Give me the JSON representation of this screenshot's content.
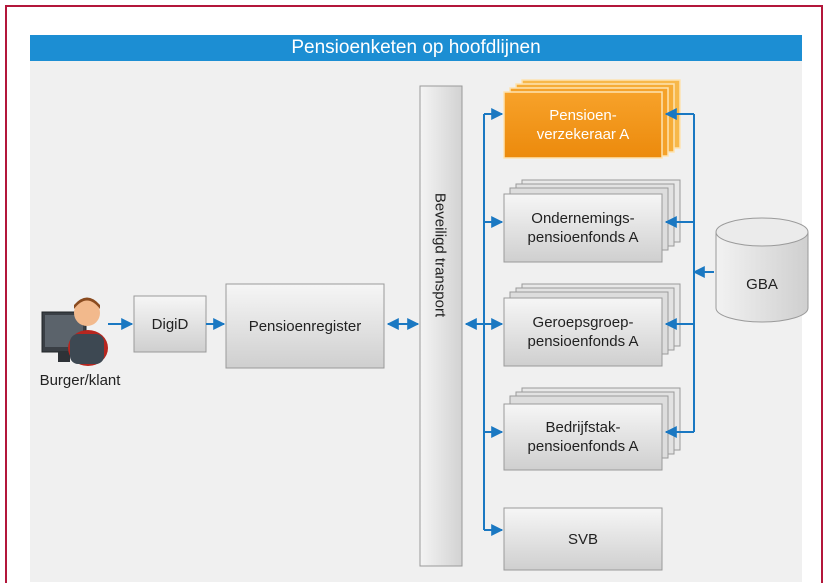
{
  "title": "Pensioenketen op hoofdlijnen",
  "nodes": {
    "burger": "Burger/klant",
    "digid": "DigiD",
    "register": "Pensioenregister",
    "transport": "Beveiligd transport",
    "verzekeraar": "Pensioen-\nverzekeraar A",
    "ondernemings": "Ondernemings-\npensioenfonds A",
    "beroepsgroep": "Geroepsgroep-\npensioenfonds A",
    "bedrijfstak": "Bedrijfstak-\npensioenfonds A",
    "svb": "SVB",
    "gba": "GBA"
  },
  "colors": {
    "border": "#b3173b",
    "title_bar": "#1c8ed3",
    "arrow": "#1a78c2",
    "highlight": "#f29111",
    "box": "#d9d9d9"
  }
}
